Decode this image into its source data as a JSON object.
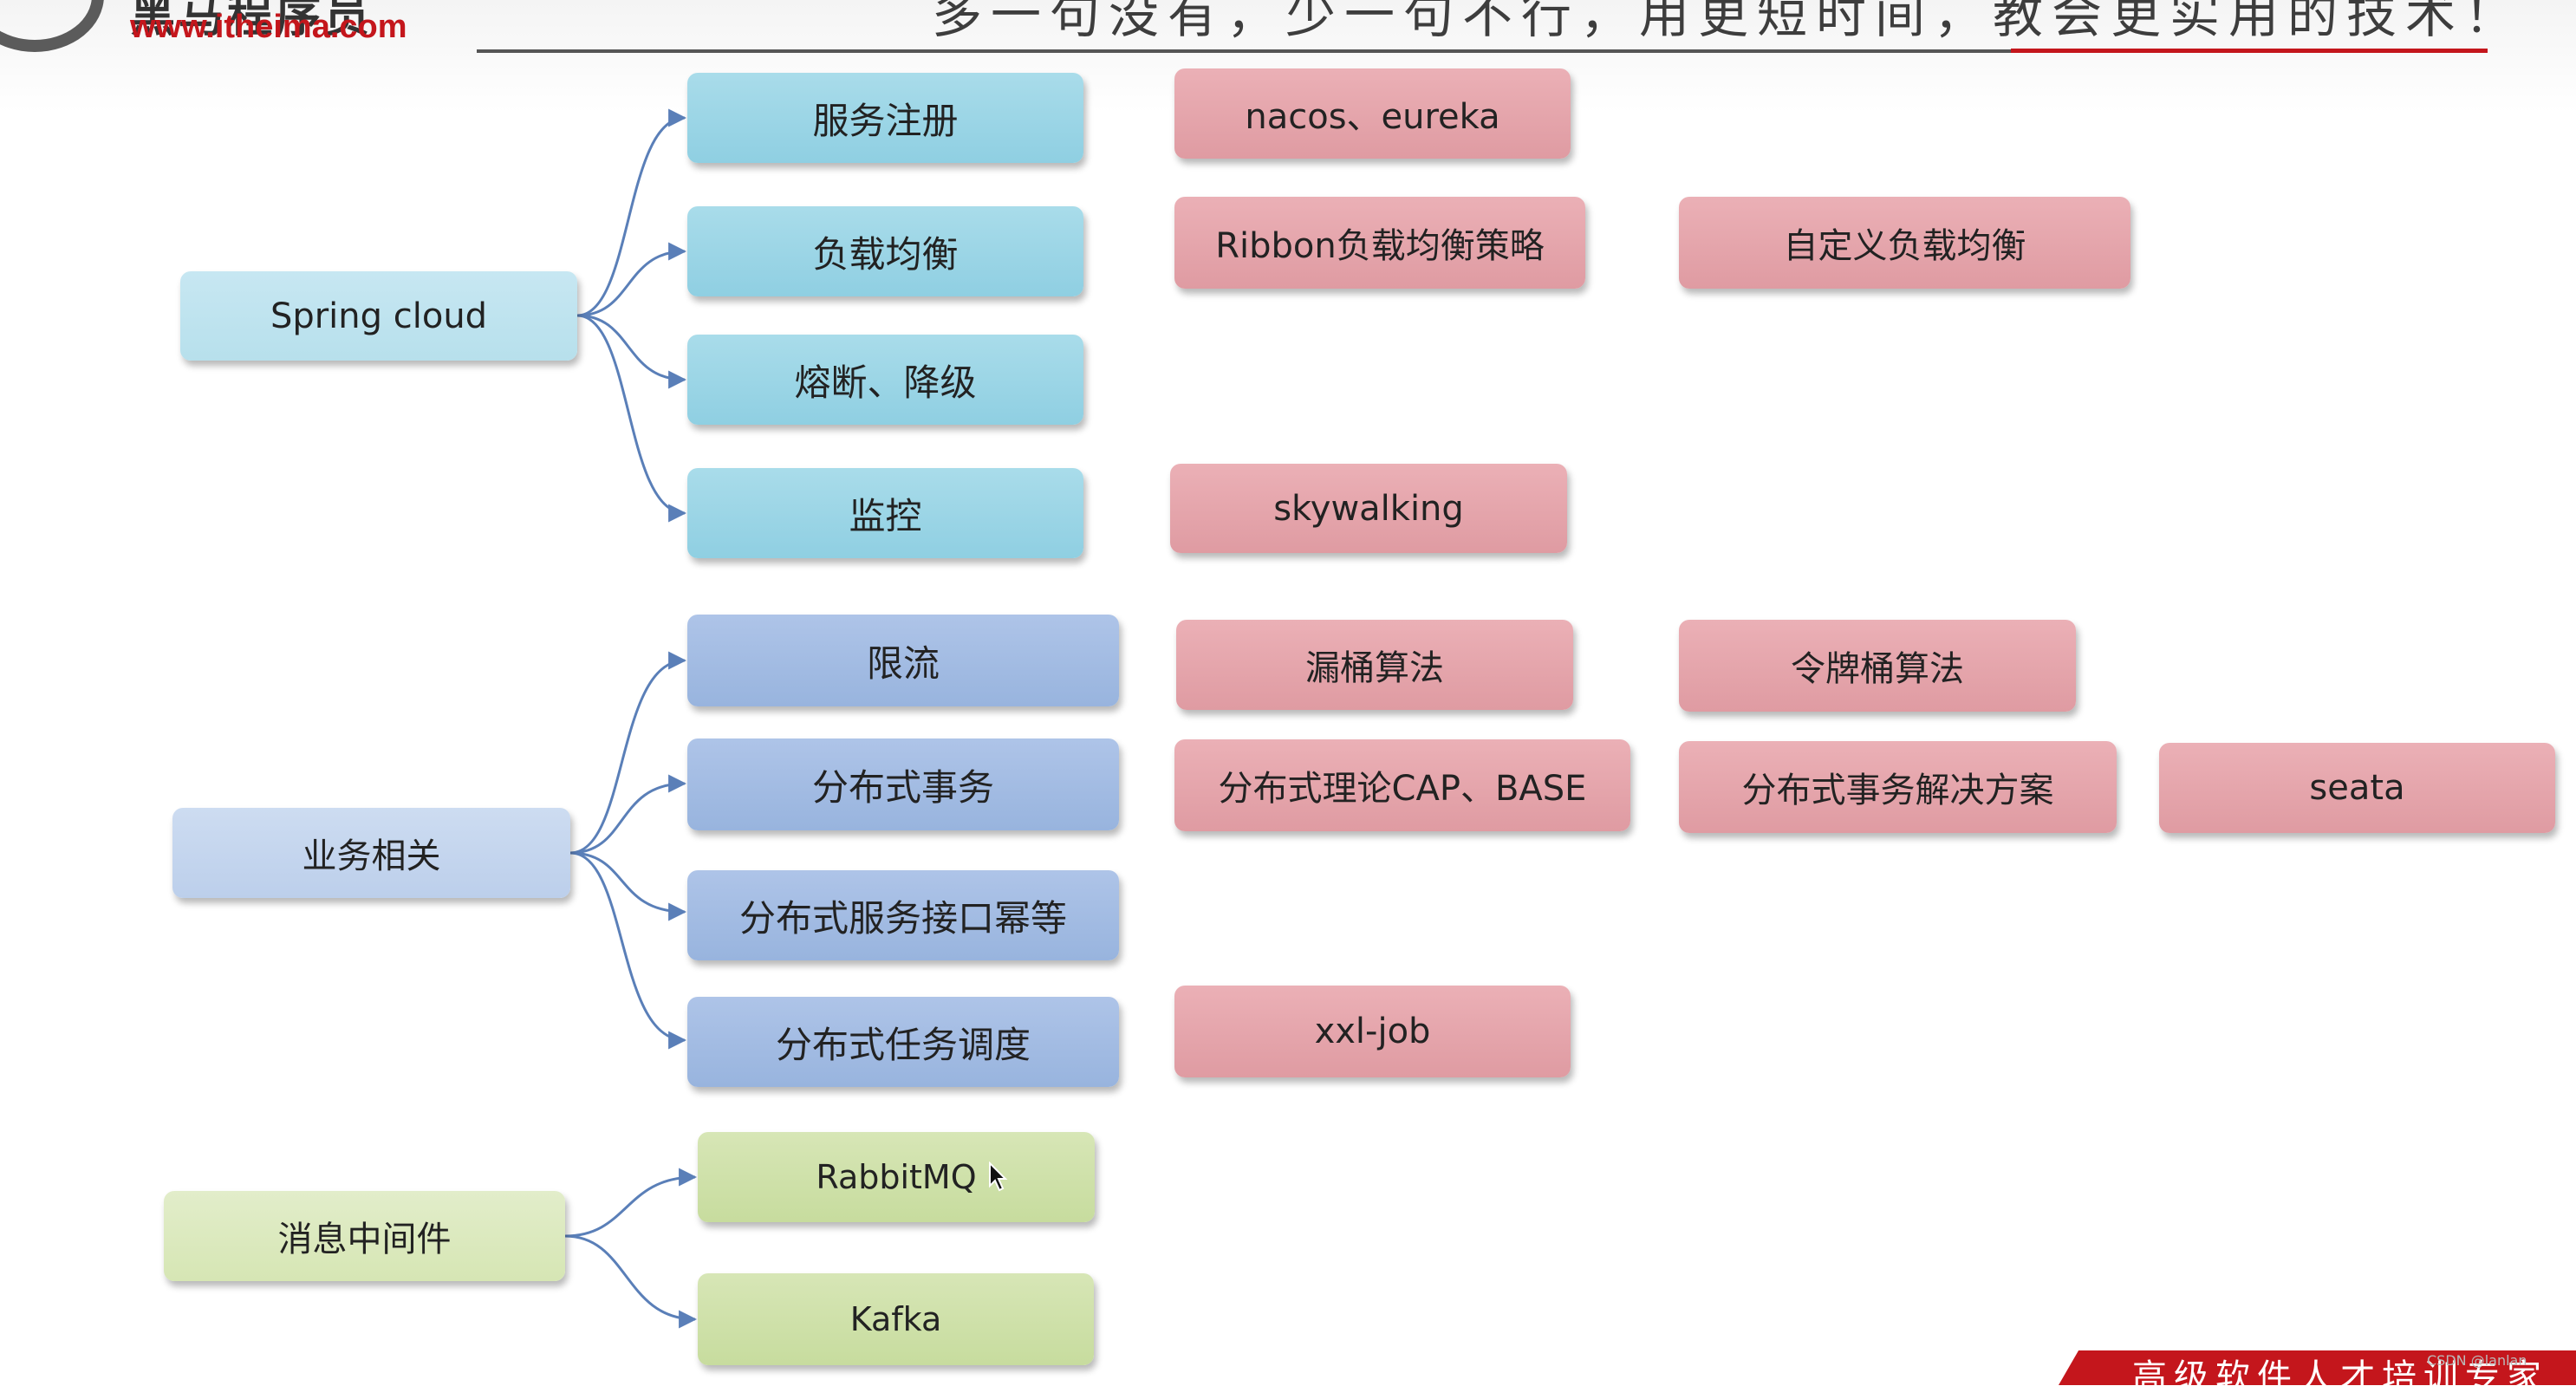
{
  "header": {
    "logo_name": "黑马程序员",
    "logo_url": "www.itheima.com",
    "slogan": "多一句没有，少一句不行，用更短时间，教会更实用的技术！"
  },
  "colors": {
    "teal_node": "#9fd6e7",
    "blue_node": "#a3bce3",
    "green_node": "#cfe1ab",
    "pink_node": "#e5a6ac",
    "connector": "#5a7fb8",
    "brand_red": "#c4161c"
  },
  "diagram": {
    "spring_cloud": {
      "root": "Spring cloud",
      "children": [
        "服务注册",
        "负载均衡",
        "熔断、降级",
        "监控"
      ],
      "details": {
        "registry": "nacos、eureka",
        "lb_strategy": "Ribbon负载均衡策略",
        "lb_custom": "自定义负载均衡",
        "monitor": "skywalking"
      }
    },
    "business": {
      "root": "业务相关",
      "children": [
        "限流",
        "分布式事务",
        "分布式服务接口幂等",
        "分布式任务调度"
      ],
      "details": {
        "leaky_bucket": "漏桶算法",
        "token_bucket": "令牌桶算法",
        "cap_base": "分布式理论CAP、BASE",
        "tx_solution": "分布式事务解决方案",
        "seata": "seata",
        "xxl_job": "xxl-job"
      }
    },
    "mq": {
      "root": "消息中间件",
      "children": [
        "RabbitMQ",
        "Kafka"
      ]
    }
  },
  "footer": {
    "banner": "高级软件人才培训专家",
    "watermark": "CSDN @lanlan"
  }
}
